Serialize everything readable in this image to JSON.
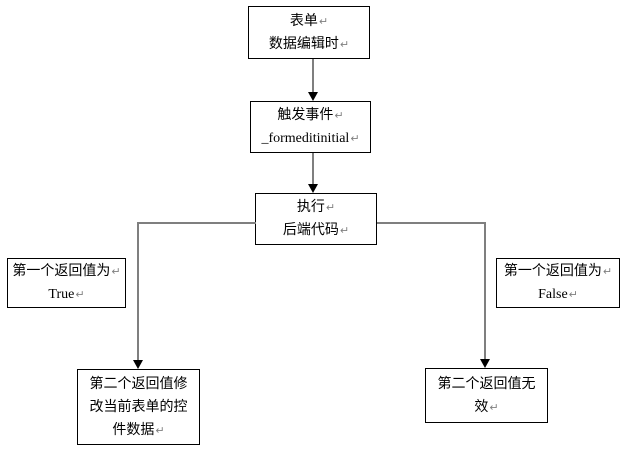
{
  "diagram": {
    "return_mark": "↵",
    "colors": {
      "background": "#ffffff",
      "box_border": "#000000",
      "text": "#000000",
      "connector_line": "#7f7f7f",
      "arrowhead": "#000000",
      "return_mark": "#808080"
    },
    "nodes": {
      "form": {
        "lines": [
          "表单",
          "数据编辑时"
        ]
      },
      "trigger": {
        "lines": [
          "触发事件",
          "_formeditinitial"
        ]
      },
      "execute": {
        "lines": [
          "执行",
          "后端代码"
        ]
      },
      "true_branch": {
        "lines": [
          "第一个返回值为",
          "True"
        ]
      },
      "false_branch": {
        "lines": [
          "第一个返回值为",
          "False"
        ]
      },
      "modify_result": {
        "lines": [
          "第二个返回值修",
          "改当前表单的控",
          "件数据"
        ]
      },
      "invalid_result": {
        "lines": [
          "第二个返回值无",
          "效"
        ]
      }
    }
  }
}
